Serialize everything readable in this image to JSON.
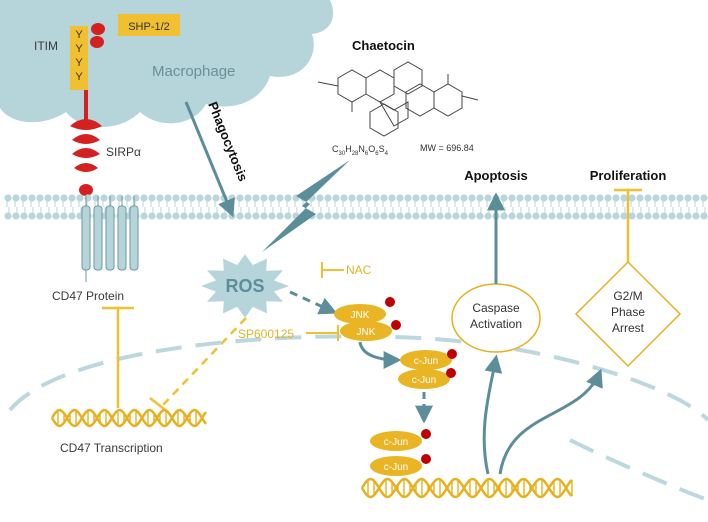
{
  "labels": {
    "itim": "ITIM",
    "shp": "SHP-1/2",
    "macrophage": "Macrophage",
    "sirpa": "SIRPα",
    "phagocytosis": "Phagocytosis",
    "chaetocin": "Chaetocin",
    "formula": "C30H28N6O6S4",
    "formula_base": [
      "C",
      "H",
      "N",
      "O",
      "S"
    ],
    "formula_subs": [
      "30",
      "28",
      "6",
      "6",
      "4"
    ],
    "mw": "MW = 696.84",
    "ros": "ROS",
    "nac": "NAC",
    "sp600125": "SP600125",
    "jnk": "JNK",
    "cjun": "c-Jun",
    "cd47_protein": "CD47 Protein",
    "cd47_transcription": "CD47 Transcription",
    "caspase_line1": "Caspase",
    "caspase_line2": "Activation",
    "g2m_line1": "G2/M",
    "g2m_line2": "Phase",
    "g2m_line3": "Arrest",
    "apoptosis": "Apoptosis",
    "proliferation": "Proliferation",
    "tyrosine": "Y"
  },
  "colors": {
    "macrophage": "#b6d5db",
    "membrane": "#b9d6dd",
    "receptor": "#d42020",
    "yellow": "#f0c030",
    "arrow": "#5b8e98",
    "ros": "#b6d5db",
    "node": "#e9b524",
    "phospho": "#c00000",
    "dna": "#e6b020",
    "nucleus": "#bcd8de"
  }
}
